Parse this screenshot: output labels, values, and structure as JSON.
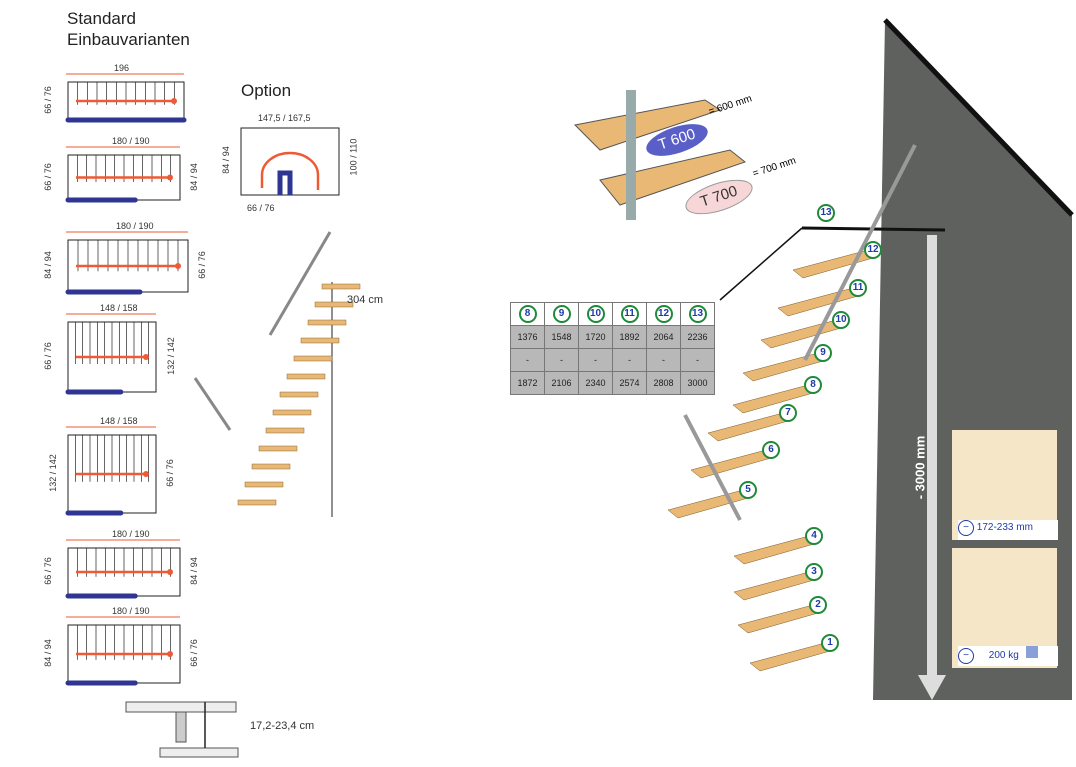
{
  "heading": {
    "line1": "Standard",
    "line2": "Einbauvarianten"
  },
  "option_title": "Option",
  "plans": [
    {
      "width": "196",
      "depth": "66 / 76"
    },
    {
      "width": "180 / 190",
      "depth": "66 / 76",
      "side": "84 / 94"
    },
    {
      "width": "180 / 190",
      "depth": "84 / 94",
      "side": "66 / 76"
    },
    {
      "width": "148 / 158",
      "depth": "66 / 76",
      "side": "132 / 142"
    },
    {
      "width": "148 / 158",
      "depth": "132 / 142",
      "side": "66 / 76"
    },
    {
      "width": "180 / 190",
      "depth": "66 / 76",
      "side": "84 / 94"
    },
    {
      "width": "180 / 190",
      "depth": "84 / 94",
      "side": "66 / 76"
    }
  ],
  "option_plan": {
    "width": "147,5 / 167,5",
    "left": "84 / 94",
    "right": "100 / 110",
    "bottom": "66 / 76"
  },
  "height_label": "304 cm",
  "step_height_label": "17,2-23,4 cm",
  "tread_options": [
    {
      "label": "T 600",
      "value": "= 600 mm"
    },
    {
      "label": "T 700",
      "value": "= 700 mm"
    }
  ],
  "table": {
    "headers": [
      "8",
      "9",
      "10",
      "11",
      "12",
      "13"
    ],
    "rows": [
      [
        "1376",
        "1548",
        "1720",
        "1892",
        "2064",
        "2236"
      ],
      [
        "-",
        "-",
        "-",
        "-",
        "-",
        "-"
      ],
      [
        "1872",
        "2106",
        "2340",
        "2574",
        "2808",
        "3000"
      ]
    ]
  },
  "step_numbers": [
    "1",
    "2",
    "3",
    "4",
    "5",
    "6",
    "7",
    "8",
    "9",
    "10",
    "11",
    "12",
    "13"
  ],
  "total_height": "- 3000 mm",
  "insets": [
    {
      "icon": "minus-circle-icon",
      "text": "172-233 mm"
    },
    {
      "icon": "minus-circle-icon",
      "text": "200 kg"
    }
  ],
  "colors": {
    "accent_red": "#ee5a35",
    "accent_blue": "#2e3593",
    "wall": "#5e615e",
    "badge_green": "#1f8a3a",
    "wood": "#e8b874"
  }
}
